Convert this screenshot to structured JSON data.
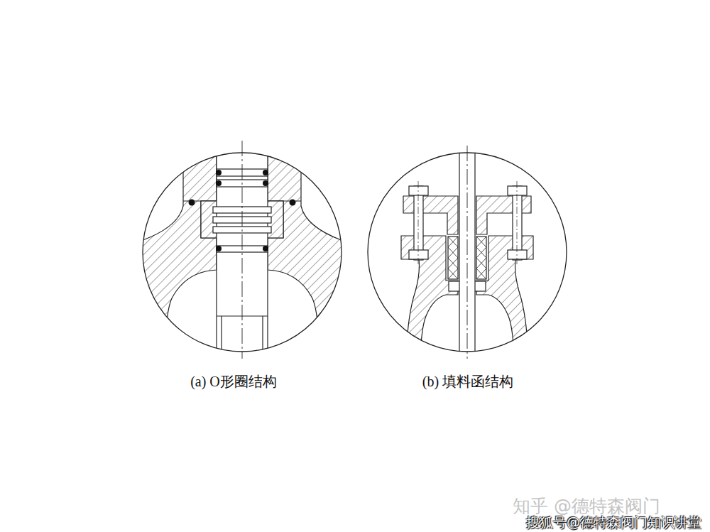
{
  "diagram": {
    "labels": [
      "(a) O形圈结构",
      "(b) 填料函结构",
      "知乎 @德特森阀门",
      "搜狐号@德特森阀门知识讲堂"
    ]
  }
}
